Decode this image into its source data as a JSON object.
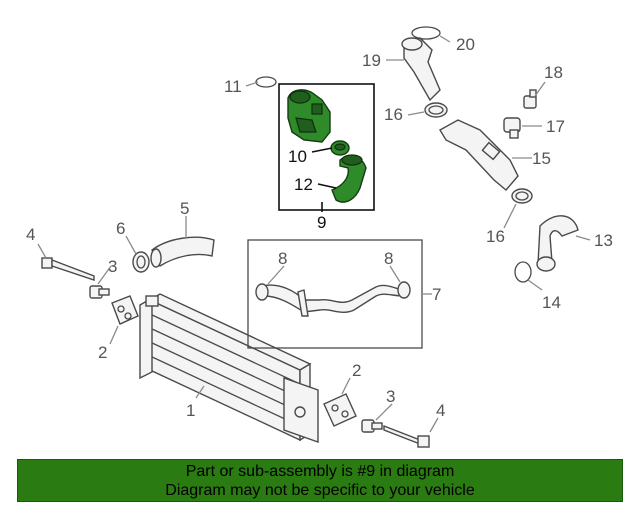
{
  "diagram": {
    "callouts": {
      "c1": "1",
      "c2a": "2",
      "c2b": "2",
      "c3a": "3",
      "c3b": "3",
      "c4a": "4",
      "c4b": "4",
      "c5": "5",
      "c6": "6",
      "c7": "7",
      "c8a": "8",
      "c8b": "8",
      "c9": "9",
      "c10": "10",
      "c11": "11",
      "c12": "12",
      "c13": "13",
      "c14": "14",
      "c15": "15",
      "c16a": "16",
      "c16b": "16",
      "c17": "17",
      "c18": "18",
      "c19": "19",
      "c20": "20"
    },
    "highlight_color": "#2f8a2a"
  },
  "banner": {
    "line1": "Part or sub-assembly is #9 in diagram",
    "line2": "Diagram may not be specific to your vehicle",
    "background": "#2a7b12"
  }
}
